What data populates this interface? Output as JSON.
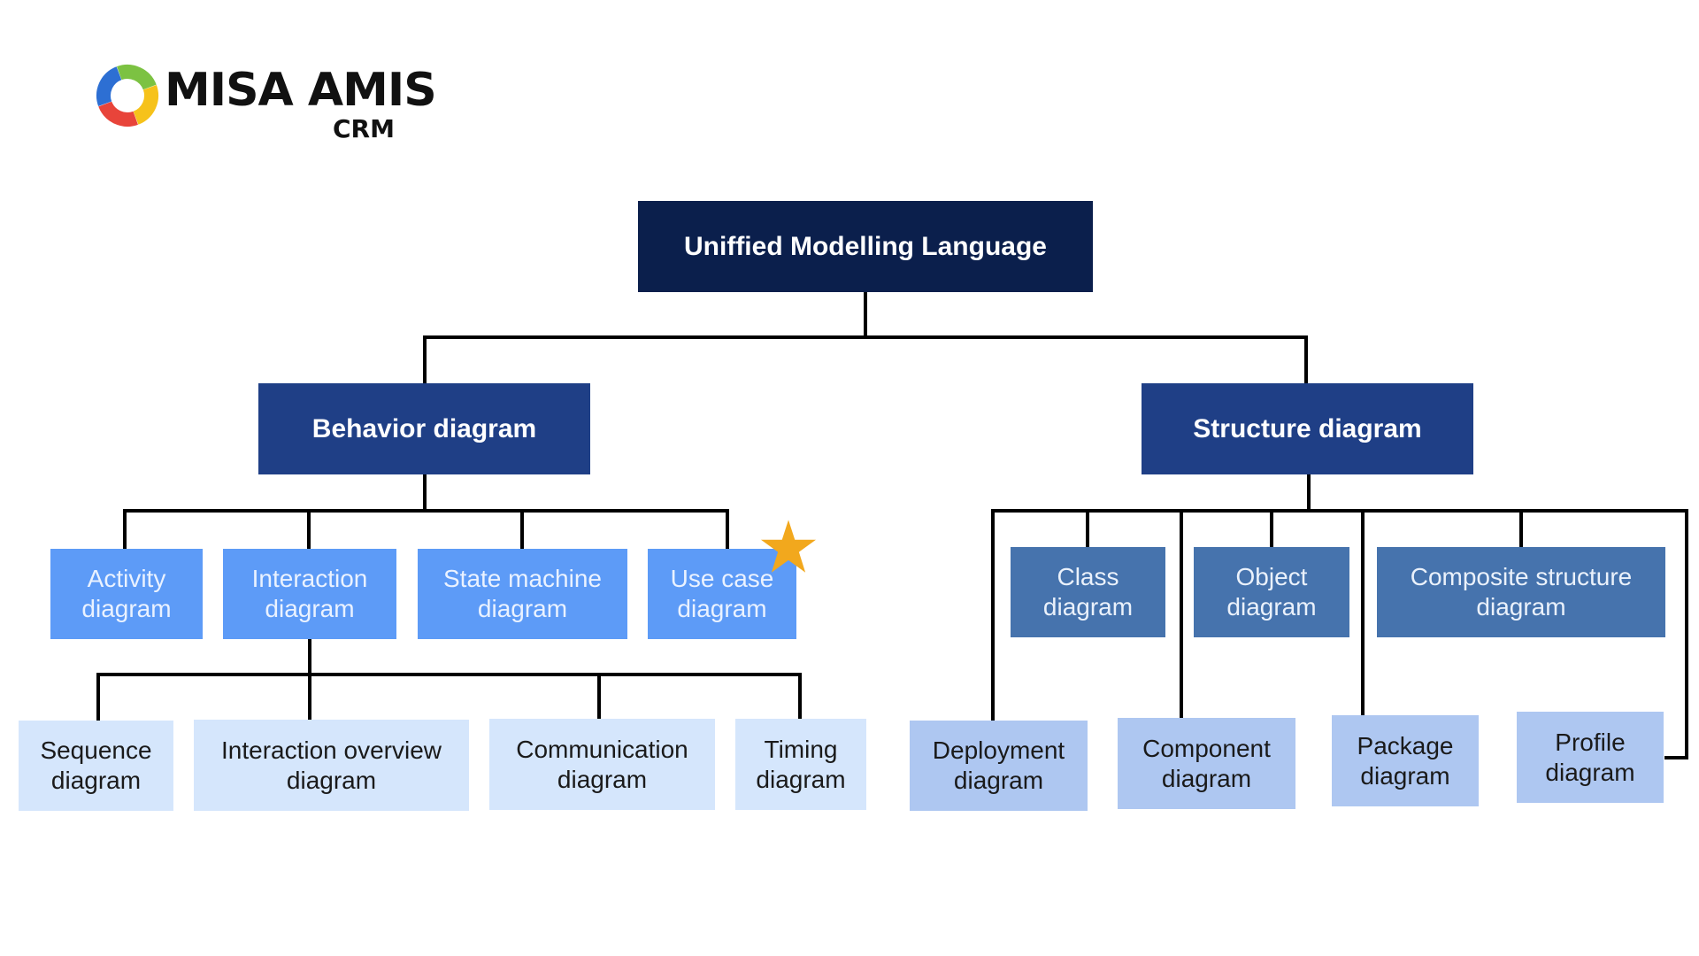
{
  "brand": {
    "name": "MISA AMIS",
    "product": "CRM",
    "logo_icon": "misa-amis-ring-logo"
  },
  "diagram": {
    "root": "Uniffied Modelling Language",
    "behavior": {
      "label": "Behavior diagram",
      "children": [
        "Activity\ndiagram",
        "Interaction\ndiagram",
        "State machine\ndiagram",
        "Use case\ndiagram"
      ],
      "interaction_children": [
        "Sequence\ndiagram",
        "Interaction overview\ndiagram",
        "Communication\ndiagram",
        "Timing\ndiagram"
      ]
    },
    "structure": {
      "label": "Structure diagram",
      "children_top": [
        "Class\ndiagram",
        "Object\ndiagram",
        "Composite structure\ndiagram"
      ],
      "children_bottom": [
        "Deployment\ndiagram",
        "Component\ndiagram",
        "Package\ndiagram",
        "Profile\ndiagram"
      ]
    },
    "highlight_icon": "star-icon",
    "colors": {
      "root": "#0b1f4c",
      "category": "#1f3f86",
      "behavior_level2": "#5d9bf7",
      "behavior_level3": "#d5e6fc",
      "structure_level2": "#4673ad",
      "structure_level3": "#aec7f1",
      "star": "#f2a81d",
      "connector": "#000000"
    }
  }
}
